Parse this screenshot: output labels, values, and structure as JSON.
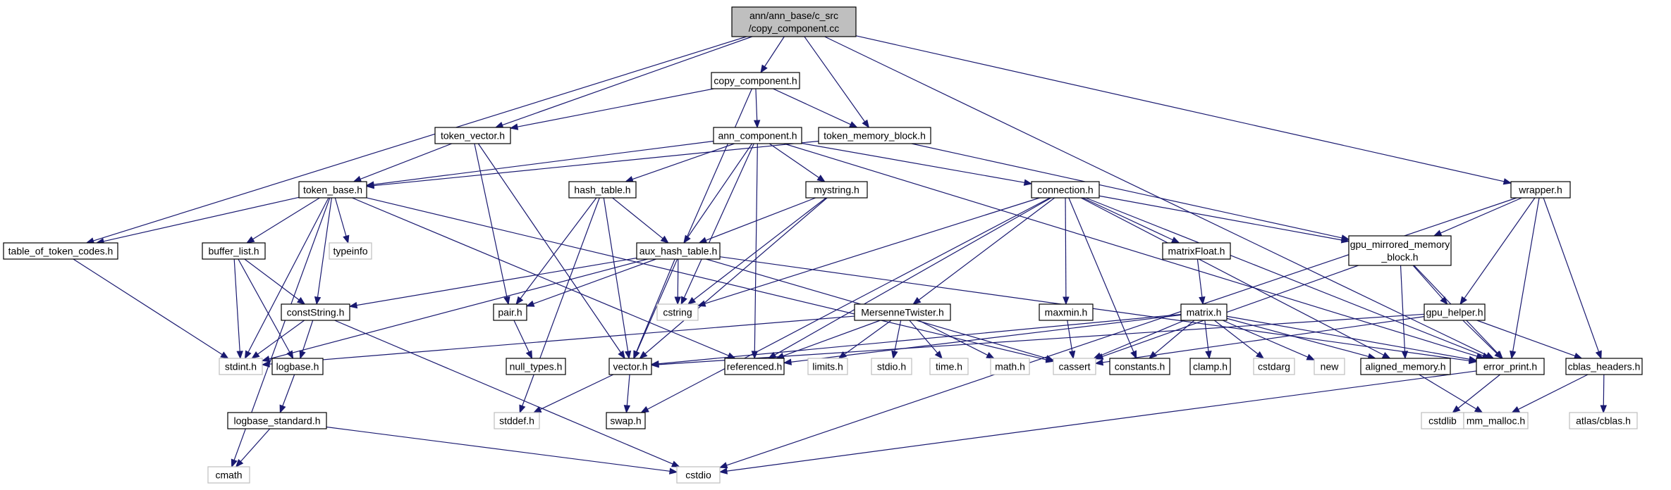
{
  "graph": {
    "root": "copy_component_cc",
    "nodes": [
      {
        "id": "copy_component_cc",
        "lines": [
          "ann/ann_base/c_src",
          "/copy_component.cc"
        ],
        "kind": "root"
      },
      {
        "id": "copy_component_h",
        "lines": [
          "copy_component.h"
        ],
        "kind": "project"
      },
      {
        "id": "token_vector_h",
        "lines": [
          "token_vector.h"
        ],
        "kind": "project"
      },
      {
        "id": "token_memory_block_h",
        "lines": [
          "token_memory_block.h"
        ],
        "kind": "project"
      },
      {
        "id": "ann_component_h",
        "lines": [
          "ann_component.h"
        ],
        "kind": "project"
      },
      {
        "id": "wrapper_h",
        "lines": [
          "wrapper.h"
        ],
        "kind": "project"
      },
      {
        "id": "token_base_h",
        "lines": [
          "token_base.h"
        ],
        "kind": "project"
      },
      {
        "id": "hash_table_h",
        "lines": [
          "hash_table.h"
        ],
        "kind": "project"
      },
      {
        "id": "mystring_h",
        "lines": [
          "mystring.h"
        ],
        "kind": "project"
      },
      {
        "id": "connection_h",
        "lines": [
          "connection.h"
        ],
        "kind": "project"
      },
      {
        "id": "table_of_token_codes_h",
        "lines": [
          "table_of_token_codes.h"
        ],
        "kind": "project"
      },
      {
        "id": "typeinfo",
        "lines": [
          "typeinfo"
        ],
        "kind": "system"
      },
      {
        "id": "buffer_list_h",
        "lines": [
          "buffer_list.h"
        ],
        "kind": "project"
      },
      {
        "id": "aux_hash_table_h",
        "lines": [
          "aux_hash_table.h"
        ],
        "kind": "project"
      },
      {
        "id": "matrixFloat_h",
        "lines": [
          "matrixFloat.h"
        ],
        "kind": "project"
      },
      {
        "id": "gpu_mirrored_memory_block_h",
        "lines": [
          "gpu_mirrored_memory",
          "_block.h"
        ],
        "kind": "project"
      },
      {
        "id": "constString_h",
        "lines": [
          "constString.h"
        ],
        "kind": "project"
      },
      {
        "id": "pair_h",
        "lines": [
          "pair.h"
        ],
        "kind": "project"
      },
      {
        "id": "cstring",
        "lines": [
          "cstring"
        ],
        "kind": "system"
      },
      {
        "id": "MersenneTwister_h",
        "lines": [
          "MersenneTwister.h"
        ],
        "kind": "project"
      },
      {
        "id": "maxmin_h",
        "lines": [
          "maxmin.h"
        ],
        "kind": "project"
      },
      {
        "id": "matrix_h",
        "lines": [
          "matrix.h"
        ],
        "kind": "project"
      },
      {
        "id": "gpu_helper_h",
        "lines": [
          "gpu_helper.h"
        ],
        "kind": "project"
      },
      {
        "id": "stdint_h",
        "lines": [
          "stdint.h"
        ],
        "kind": "system"
      },
      {
        "id": "logbase_h",
        "lines": [
          "logbase.h"
        ],
        "kind": "project"
      },
      {
        "id": "null_types_h",
        "lines": [
          "null_types.h"
        ],
        "kind": "project"
      },
      {
        "id": "vector_h",
        "lines": [
          "vector.h"
        ],
        "kind": "project"
      },
      {
        "id": "referenced_h",
        "lines": [
          "referenced.h"
        ],
        "kind": "project"
      },
      {
        "id": "limits_h",
        "lines": [
          "limits.h"
        ],
        "kind": "system"
      },
      {
        "id": "stdio_h",
        "lines": [
          "stdio.h"
        ],
        "kind": "system"
      },
      {
        "id": "time_h",
        "lines": [
          "time.h"
        ],
        "kind": "system"
      },
      {
        "id": "math_h",
        "lines": [
          "math.h"
        ],
        "kind": "system"
      },
      {
        "id": "cassert",
        "lines": [
          "cassert"
        ],
        "kind": "system"
      },
      {
        "id": "constants_h",
        "lines": [
          "constants.h"
        ],
        "kind": "project"
      },
      {
        "id": "clamp_h",
        "lines": [
          "clamp.h"
        ],
        "kind": "project"
      },
      {
        "id": "cstdarg",
        "lines": [
          "cstdarg"
        ],
        "kind": "system"
      },
      {
        "id": "new",
        "lines": [
          "new"
        ],
        "kind": "system"
      },
      {
        "id": "aligned_memory_h",
        "lines": [
          "aligned_memory.h"
        ],
        "kind": "project"
      },
      {
        "id": "error_print_h",
        "lines": [
          "error_print.h"
        ],
        "kind": "project"
      },
      {
        "id": "cblas_headers_h",
        "lines": [
          "cblas_headers.h"
        ],
        "kind": "project"
      },
      {
        "id": "logbase_standard_h",
        "lines": [
          "logbase_standard.h"
        ],
        "kind": "project"
      },
      {
        "id": "stddef_h",
        "lines": [
          "stddef.h"
        ],
        "kind": "system"
      },
      {
        "id": "swap_h",
        "lines": [
          "swap.h"
        ],
        "kind": "project"
      },
      {
        "id": "cstdlib",
        "lines": [
          "cstdlib"
        ],
        "kind": "system"
      },
      {
        "id": "mm_malloc_h",
        "lines": [
          "mm_malloc.h"
        ],
        "kind": "system"
      },
      {
        "id": "atlas_cblas_h",
        "lines": [
          "atlas/cblas.h"
        ],
        "kind": "system"
      },
      {
        "id": "cmath",
        "lines": [
          "cmath"
        ],
        "kind": "system"
      },
      {
        "id": "cstdio",
        "lines": [
          "cstdio"
        ],
        "kind": "system"
      }
    ],
    "edges": [
      [
        "copy_component_cc",
        "copy_component_h"
      ],
      [
        "copy_component_cc",
        "token_vector_h"
      ],
      [
        "copy_component_cc",
        "token_memory_block_h"
      ],
      [
        "copy_component_cc",
        "table_of_token_codes_h"
      ],
      [
        "copy_component_cc",
        "wrapper_h"
      ],
      [
        "copy_component_cc",
        "error_print_h"
      ],
      [
        "copy_component_h",
        "token_vector_h"
      ],
      [
        "copy_component_h",
        "ann_component_h"
      ],
      [
        "copy_component_h",
        "token_memory_block_h"
      ],
      [
        "copy_component_h",
        "vector_h"
      ],
      [
        "token_vector_h",
        "token_base_h"
      ],
      [
        "token_vector_h",
        "pair_h"
      ],
      [
        "token_vector_h",
        "vector_h"
      ],
      [
        "token_memory_block_h",
        "token_base_h"
      ],
      [
        "token_memory_block_h",
        "gpu_mirrored_memory_block_h"
      ],
      [
        "ann_component_h",
        "token_base_h"
      ],
      [
        "ann_component_h",
        "hash_table_h"
      ],
      [
        "ann_component_h",
        "mystring_h"
      ],
      [
        "ann_component_h",
        "connection_h"
      ],
      [
        "ann_component_h",
        "aux_hash_table_h"
      ],
      [
        "ann_component_h",
        "cstring"
      ],
      [
        "ann_component_h",
        "referenced_h"
      ],
      [
        "ann_component_h",
        "error_print_h"
      ],
      [
        "token_base_h",
        "table_of_token_codes_h"
      ],
      [
        "token_base_h",
        "typeinfo"
      ],
      [
        "token_base_h",
        "buffer_list_h"
      ],
      [
        "token_base_h",
        "constString_h"
      ],
      [
        "token_base_h",
        "stdint_h"
      ],
      [
        "token_base_h",
        "referenced_h"
      ],
      [
        "token_base_h",
        "cassert"
      ],
      [
        "token_base_h",
        "cmath"
      ],
      [
        "table_of_token_codes_h",
        "stdint_h"
      ],
      [
        "hash_table_h",
        "aux_hash_table_h"
      ],
      [
        "hash_table_h",
        "pair_h"
      ],
      [
        "hash_table_h",
        "vector_h"
      ],
      [
        "hash_table_h",
        "stddef_h"
      ],
      [
        "mystring_h",
        "aux_hash_table_h"
      ],
      [
        "mystring_h",
        "cstring"
      ],
      [
        "mystring_h",
        "vector_h"
      ],
      [
        "connection_h",
        "gpu_mirrored_memory_block_h"
      ],
      [
        "connection_h",
        "matrixFloat_h"
      ],
      [
        "connection_h",
        "MersenneTwister_h"
      ],
      [
        "connection_h",
        "maxmin_h"
      ],
      [
        "connection_h",
        "constants_h"
      ],
      [
        "connection_h",
        "referenced_h"
      ],
      [
        "connection_h",
        "cstring"
      ],
      [
        "connection_h",
        "error_print_h"
      ],
      [
        "connection_h",
        "aligned_memory_h"
      ],
      [
        "connection_h",
        "swap_h"
      ],
      [
        "wrapper_h",
        "gpu_mirrored_memory_block_h"
      ],
      [
        "wrapper_h",
        "gpu_helper_h"
      ],
      [
        "wrapper_h",
        "error_print_h"
      ],
      [
        "wrapper_h",
        "cblas_headers_h"
      ],
      [
        "wrapper_h",
        "cstdio"
      ],
      [
        "buffer_list_h",
        "constString_h"
      ],
      [
        "buffer_list_h",
        "stdint_h"
      ],
      [
        "buffer_list_h",
        "logbase_h"
      ],
      [
        "aux_hash_table_h",
        "constString_h"
      ],
      [
        "aux_hash_table_h",
        "pair_h"
      ],
      [
        "aux_hash_table_h",
        "cstring"
      ],
      [
        "aux_hash_table_h",
        "stdint_h"
      ],
      [
        "aux_hash_table_h",
        "cassert"
      ],
      [
        "aux_hash_table_h",
        "error_print_h"
      ],
      [
        "aux_hash_table_h",
        "vector_h"
      ],
      [
        "constString_h",
        "stdint_h"
      ],
      [
        "constString_h",
        "logbase_h"
      ],
      [
        "constString_h",
        "cstdio"
      ],
      [
        "logbase_h",
        "logbase_standard_h"
      ],
      [
        "logbase_standard_h",
        "cmath"
      ],
      [
        "logbase_standard_h",
        "cstdio"
      ],
      [
        "pair_h",
        "null_types_h"
      ],
      [
        "matrixFloat_h",
        "matrix_h"
      ],
      [
        "gpu_mirrored_memory_block_h",
        "cassert"
      ],
      [
        "gpu_mirrored_memory_block_h",
        "gpu_helper_h"
      ],
      [
        "gpu_mirrored_memory_block_h",
        "aligned_memory_h"
      ],
      [
        "gpu_mirrored_memory_block_h",
        "error_print_h"
      ],
      [
        "MersenneTwister_h",
        "stdint_h"
      ],
      [
        "MersenneTwister_h",
        "referenced_h"
      ],
      [
        "MersenneTwister_h",
        "limits_h"
      ],
      [
        "MersenneTwister_h",
        "stdio_h"
      ],
      [
        "MersenneTwister_h",
        "time_h"
      ],
      [
        "MersenneTwister_h",
        "math_h"
      ],
      [
        "maxmin_h",
        "cassert"
      ],
      [
        "matrix_h",
        "vector_h"
      ],
      [
        "matrix_h",
        "referenced_h"
      ],
      [
        "matrix_h",
        "cassert"
      ],
      [
        "matrix_h",
        "constants_h"
      ],
      [
        "matrix_h",
        "clamp_h"
      ],
      [
        "matrix_h",
        "cstdarg"
      ],
      [
        "matrix_h",
        "new"
      ],
      [
        "matrix_h",
        "aligned_memory_h"
      ],
      [
        "matrix_h",
        "error_print_h"
      ],
      [
        "gpu_helper_h",
        "error_print_h"
      ],
      [
        "gpu_helper_h",
        "cassert"
      ],
      [
        "gpu_helper_h",
        "cblas_headers_h"
      ],
      [
        "gpu_helper_h",
        "vector_h"
      ],
      [
        "vector_h",
        "stddef_h"
      ],
      [
        "vector_h",
        "swap_h"
      ],
      [
        "error_print_h",
        "cstdlib"
      ],
      [
        "error_print_h",
        "cstdio"
      ],
      [
        "aligned_memory_h",
        "mm_malloc_h"
      ],
      [
        "cblas_headers_h",
        "mm_malloc_h"
      ],
      [
        "cblas_headers_h",
        "atlas_cblas_h"
      ]
    ]
  },
  "colors": {
    "edge": "#191970",
    "project_border": "#000000",
    "system_border": "#bfbfbf",
    "root_fill": "#bfbfbf",
    "background": "#ffffff"
  }
}
